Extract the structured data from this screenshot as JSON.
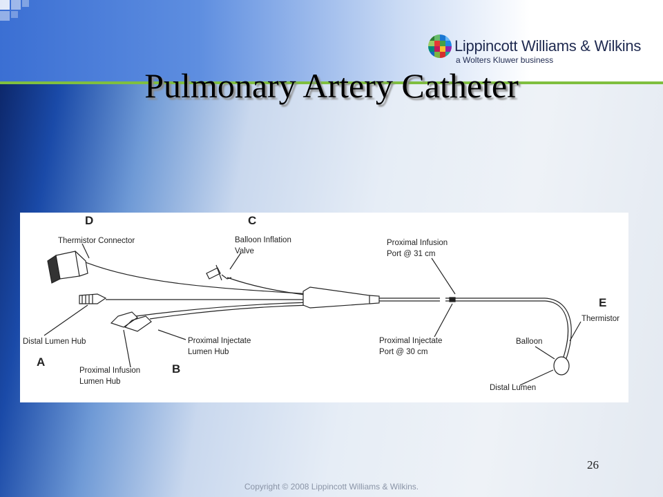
{
  "slide": {
    "title": "Pulmonary Artery Catheter",
    "page_number": "26",
    "copyright": "Copyright © 2008 Lippincott Williams & Wilkins."
  },
  "logo": {
    "name": "Lippincott Williams & Wilkins",
    "tagline": "a Wolters Kluwer business",
    "icon": "mosaic-globe-icon"
  },
  "diagram": {
    "section_letters": {
      "A": "A",
      "B": "B",
      "C": "C",
      "D": "D",
      "E": "E"
    },
    "labels": {
      "thermistor_connector": "Thermistor Connector",
      "balloon_inflation_1": "Balloon Inflation",
      "balloon_inflation_2": "Valve",
      "proximal_infusion_port_1": "Proximal Infusion",
      "proximal_infusion_port_2": "Port @ 31 cm",
      "distal_lumen_hub": "Distal Lumen Hub",
      "proximal_injectate_hub_1": "Proximal Injectate",
      "proximal_injectate_hub_2": "Lumen Hub",
      "proximal_injectate_port_1": "Proximal Injectate",
      "proximal_injectate_port_2": "Port @ 30 cm",
      "proximal_infusion_hub_1": "Proximal Infusion",
      "proximal_infusion_hub_2": "Lumen Hub",
      "thermistor": "Thermistor",
      "balloon": "Balloon",
      "distal_lumen": "Distal Lumen"
    }
  }
}
